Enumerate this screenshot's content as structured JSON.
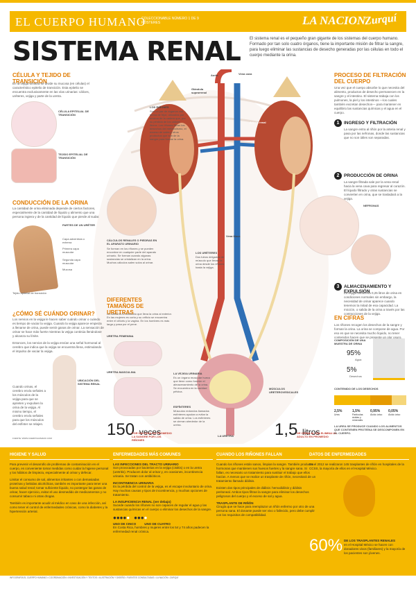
{
  "header": {
    "series_title": "EL CUERPO HUMANO",
    "series_sub": "COLECCIONABLE NÚMERO 1 DE 9 PÓSTERES",
    "logo_left": "LA NACION",
    "logo_right": "Zurquí"
  },
  "title": "SISTEMA RENAL",
  "intro": "El sistema renal es el pequeño gran gigante de los sistemas del cuerpo humano. Formado por tan solo cuatro órganos, tiene la importante misión de filtrar la sangre, para luego eliminar las sustancias de desecho generadas por las células en todo el cuerpo mediante la orina.",
  "left": {
    "cell_h": "CÉLULA Y TEJIDO DE TRANSICIÓN",
    "cell_t": "En la vejiga urinaria se divide su mucosa (en células) el característico epitelio de transición. Esta epitelio se encuentra exclusivamente en las vías urinarias: cálices, uréteres, vejiga y parte de la uretra.",
    "cell_lbl1": "CÉLULA EPITELIAL DE TRANSICIÓN",
    "cell_lbl2": "TEJIDO EPITELIAL DE TRANSICIÓN",
    "cond_h": "CONDUCCIÓN DE LA ORINA",
    "cond_t": "La cantidad de orina eliminada depende de ciertos factores, especialmente de la cantidad de líquido y alimento que una persona ingiera y de la cantidad de líquido que pierde al sudar.",
    "cond_lbl": "PARTES DE UN URÉTER",
    "cond_parts": [
      "Capa adventicia o externa",
      "Primera capa muscular",
      "Segunda capa muscular",
      "Mucosa",
      "Tejido epitelial de transición"
    ],
    "when_h": "¿CÓMO SÉ CUÁNDO ORINAR?",
    "when_t": "Los nervios en la vejiga le hacen saber cuándo orinar o cuándo es tiempo de vaciar la vejiga. Cuando la vejiga aparece empieza a llenarse de orina, puede sentir ganas de orinar. La sensación de orinar se hace más fuerte mientras la vejiga continúa llenándose y alcanza su límite.",
    "when_t2": "Entonces, los nervios de la vejiga envían una señal hormonal al cerebro que indica que la vejiga se encuentra llena, estimulando el impulso de vaciar la vejiga.",
    "when_side": "Cuando orinas, el cerebro envía señales a los músculos de la vejiga para que se aprieten y expulsen la orina de la vejiga. Al mismo tiempo, el cerebro envía señales para que los músculos del esfínter se relajen.",
    "when_loc": "UBICACIÓN DEL SISTEMA RENAL",
    "source": "FUENTE: WWW.CUERPOHUMANO.COM"
  },
  "center": {
    "aorta": "Aorta",
    "vena_cava": "Vena cava",
    "arteria_renal": "Arteria renal",
    "glandula": "Glándula suprarrenal",
    "rinones_h": "LOS RIÑONES",
    "rinones_t": "Son un par de órganos con forma de frijol, ubicados por encima de la cadera que, por su pérdida de los cálices llenos. Los riñones filtran los desechos del metabolismo, el exceso de sales y otros productos que son de la sangre para formar la orina.",
    "calculos_h": "CÁLCULOS RENALES O PIEDRAS EN EL APARATO URINARIO",
    "calculos_t": "Se forman en los riñones y se pueden encontrar en cualquier parte del aparato urinario. Se forman cuando algunas sustancias se cristalizan en la orina. Muchos cálculos salen solos al orinar.",
    "ureteres_lbl": "LOS URÉTERES",
    "ureteres_t": "Dos tubos delgados de músculo que llevan la orina desde los riñones hasta la vejiga.",
    "vena_iliaca": "Vena iliaca",
    "arteria_iliaca": "Arteria iliaca",
    "diam_h": "DIFERENTES TAMAÑOS DE URETRAS",
    "diam_t": "La uretra es el conducto que lleva la orina al exterior. En las mujeres es corta y su orificio se encuentra entre el clítoris y la vagina. En los hombres es más larga y pasa por el pene.",
    "uretra_f": "URETRA FEMENINA",
    "uretra_m": "URETRA MASCULINA",
    "vejiga_h": "LA VEJIGA URINARIA",
    "vejiga_t": "Es un órgano muscular hueco que tiene como función el almacenamiento de la orina. Se encuentra en la cavidad pélvica.",
    "esfinter_h": "ESFÍNTERES",
    "esfinter_t": "Músculos redondos llamados esfínteres ayudan a evitar la salida de orina. Los esfínteres se cierran alrededor de la uretra.",
    "musculos_lbl": "MÚSCULOS URETEROVESICALES",
    "uretra_lbl": "LA URETRA",
    "stat1_num": "150",
    "stat1_unit": "veces",
    "stat1_cap": "POR DÍA PASA EN PROMEDIO LA SANGRE POR LOS RIÑONES",
    "stat2_num": "1,5",
    "stat2_unit": "litros",
    "stat2_cap": "DE ORINA AL DÍA ELIMINA UN ADULTO EN PROMEDIO"
  },
  "right": {
    "proc_h": "PROCESO DE FILTRACIÓN DEL CUERPO",
    "proc_t": "Una vez que el cuerpo absorbe lo que necesita del alimento, productos de desecho permanecen en la sangre y el intestino. El sistema trabaja con los pulmones, la piel y los intestinos —los cuales también excretan desechos— para mantener en equilibrio las sustancias químicas y el agua en el cuerpo.",
    "s1_num": "1",
    "s1_h": "INGRESO Y FILTRACIÓN",
    "s1_t": "La sangre entra al riñón por la arteria renal y pasa por las nefronas, donde las sustancias que no son útiles son separadas.",
    "s2_num": "2",
    "s2_h": "PRODUCCIÓN DE ORINA",
    "s2_t": "La sangre filtrada sale por la vena renal hacia la vena cava para regresar al corazón. El líquido filtrado y otras sustancias se convierten en orina, que se trasladará a la vejiga.",
    "nefronas": "NEFRONAS",
    "s3_num": "3",
    "s3_h": "ALMACENAMIENTO Y EXPULSIÓN",
    "s3_t": "La vejiga almacena 0,25 litros de orina en condiciones normales sin embargo, la necesidad de orinar aparece cuando tenemos la mitad de esa capacidad. La micción, o salida de la orina a través por las contracciones de la vejiga.",
    "cifras_h": "EN CIFRAS",
    "cifras_t": "Los riñones recogen los desechos de la sangre y forman la orina. La orina se compone de agua. Por eso es que se necesita mucho líquido, no tener contenidos hacen que se presente un olor osuro.",
    "comp_lbl": "COMPOSICIÓN DE UNA MUESTRA DE ORINA",
    "agua_pct": "95%",
    "agua": "Agua",
    "desechos_pct": "5%",
    "desechos": "Desechos",
    "contenido_lbl": "CONTENIDO DE LOS DESECHOS",
    "contenido": [
      {
        "pct": "2,5%",
        "name": "Urea"
      },
      {
        "pct": "1,5%",
        "name": "Partículas ácidas y minerales"
      },
      {
        "pct": "0,95%",
        "name": "Ácido úrico"
      },
      {
        "pct": "0,05%",
        "name": "Ácido úrico"
      }
    ],
    "urea_note": "LA UREA SE PRODUCE CUANDO LOS ALIMENTOS QUE CONTIENEN PROTEÍNA SE DESCOMPONEN EN EL CUERPO."
  },
  "bottom": {
    "c1_h": "HIGIENE Y SALUD",
    "c1_t": "Para prevenir el desarrollo de problemas de contaminación en el cuerpo, es conveniente tomar medidas como cuidar la higiene personal y los hábitos de limpieza, especialmente al orinar y defecar.",
    "c1_t2": "Limitar el consumo de sal, alimentos irritantes o con demasiadas proteínas y bebidas alcohólicas, también es importante para tener una buena salud renal; tomar suficiente líquido, no postergar las ganas de orinar, hacer ejercicio, evitar el uso desmedido de medicamentos y no consumir tabaco ni otras drogas.",
    "c1_t3": "También es importante acudir al médico en caso de una infección, así como tener el control de enfermedades crónicas, como la diabetes y la hipertensión arterial.",
    "c2_h": "ENFERMEDADES MÁS COMUNES",
    "c2_sub1": "LAS INFECCIONES DEL TRACTO URINARIO",
    "c2_t1": "Son provocadas por bacterias en la vejiga (cistitis) o en la uretra (uretritis). Producen dolor al orinar y, en ocasiones, incontinencia urinaria. Se tratan con antibióticos.",
    "c2_sub2": "INCONTINENCIA URINARIA",
    "c2_t2": "Es la pérdida del control de la vejiga, es el escape involuntario de orina. Hay muchas causas y tipos de incontinencia, y muchas opciones de tratamiento.",
    "c2_sub3": "LA INSUFICIENCIA RENAL (ver debajo)",
    "c2_t3": "Sucede cuando los riñones no son capaces de regular el agua y las sustancias químicas en el cuerpo o eliminar los desechos de la sangre.",
    "c2_uno5": "UNO DE CINCO",
    "c2_uno4": "UNO DE CUATRO",
    "c2_stat": "En Costa Rica, hombres y mujeres entre los 54 y 74 años padecen la enfermedad renal crónica.",
    "c3_h": "CUANDO LOS RIÑONES FALLAN",
    "c3_t": "Cuando los riñones están sanos, limpian la sangre. También producen hormonas que mantienen sus huesos fuertes y la sangre sana. Si fallan, es necesario un tratamiento para sustituir el trabajo que ellos hacían. A menos que se realice un trasplante de riñón, necesitará de un tratamiento llamado diálisis.",
    "c3_t2": "Existen dos tipos principales de diálisis: hemodiálisis y diálisis peritoneal. Ambos tipos filtran la sangre para eliminar los desechos peligrosos del cuerpo y el exceso de sal y agua.",
    "c3_sub": "TRASPLANTE DE RIÑÓN",
    "c3_t3": "Cirugía que se hace para reemplazar un riñón enfermo por otro de una persona sana. El donante puede ser vivo o fallecido, pero debe cumplir con los requisitos de compatibilidad.",
    "c4_h": "DATOS DE ENFERMEDADES",
    "c4_t": "En el 2012 se realizaron 145 trasplantes de riñón en hospitales de la CCSS, la mayoría de ellos en el Hospital México.",
    "c4_pct": "60%",
    "c4_pct_lbl": "DE LOS TRASPLANTES RENALES",
    "c4_pct_t": "en el Hospital México se hacen con donadores vivos (familiares) y la mayoría de los pacientes son jóvenes."
  },
  "credits": "INFOGRAFÍA EL CUERPO HUMANO • COORDINACIÓN • INVESTIGACIÓN Y TEXTOS • ILUSTRACIÓN Y DISEÑO • FUENTES CONSULTADAS • LA NACIÓN • ZURQUÍ"
}
